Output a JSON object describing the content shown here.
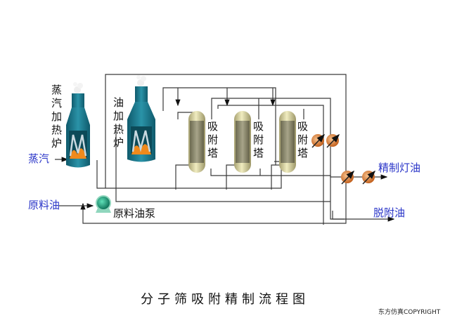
{
  "diagram": {
    "title": "分子筛吸附精制流程图",
    "copyright": "东方仿真COPYRIGHT",
    "equipment": {
      "steam_furnace": "蒸汽加热炉",
      "oil_furnace": "油加热炉",
      "adsorbers": [
        "吸附塔",
        "吸附塔",
        "吸附塔"
      ],
      "pump": "原料油泵"
    },
    "streams": {
      "steam_in": "蒸汽",
      "feed_in": "原料油",
      "product_out": "精制灯油",
      "desorbed_out": "脱附油"
    },
    "colors": {
      "furnace": "#1f7f95",
      "flame": "#f08a1c",
      "stream_label": "#2a35c8",
      "pipe": "#3a3a3a",
      "column": "#d8d3a0",
      "exchanger": "#e08a3c",
      "pump": "#1fa57a"
    }
  }
}
